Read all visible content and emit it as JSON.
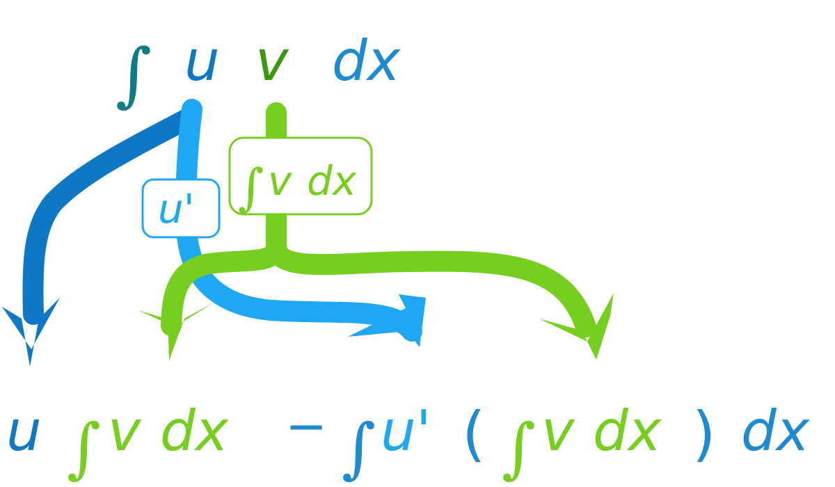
{
  "colors": {
    "dark_blue": "#0e78c7",
    "mid_blue": "#1e8ad0",
    "light_blue": "#1ea8f4",
    "dark_green": "#3a9a0f",
    "lime": "#76cf1f",
    "teal_integral_stroke": "#0d7c87"
  },
  "formula_top": {
    "integral": "∫",
    "u": "u",
    "v": "v",
    "dx": "dx"
  },
  "labels": {
    "derivative_box": "u'",
    "antiderivative_box": {
      "integral": "∫",
      "v": "v",
      "dx": "dx"
    }
  },
  "formula_bottom": {
    "u": "u",
    "integral_1": "∫",
    "v_1": "v",
    "dx_1": "dx",
    "minus": "−",
    "integral_2": "∫",
    "u_prime": "u'",
    "open_paren": "(",
    "integral_3": "∫",
    "v_2": "v",
    "dx_2": "dx",
    "close_paren": ")",
    "dx_3": "dx"
  }
}
